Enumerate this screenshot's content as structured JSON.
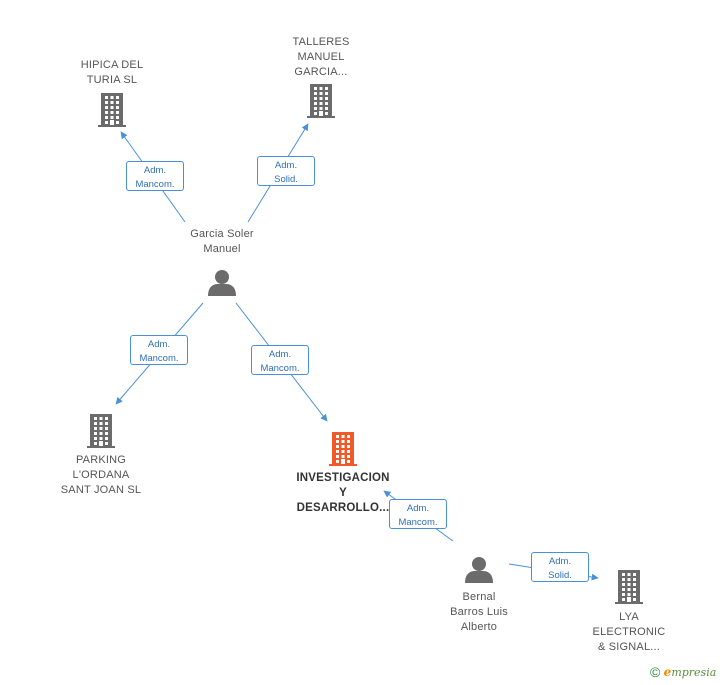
{
  "nodes": [
    {
      "id": "hipica",
      "type": "company",
      "lines": [
        "HIPICA DEL",
        "TURIA SL"
      ],
      "main": false
    },
    {
      "id": "talleres",
      "type": "company",
      "lines": [
        "TALLERES",
        "MANUEL",
        "GARCIA..."
      ],
      "main": false
    },
    {
      "id": "garcia",
      "type": "person",
      "lines": [
        "Garcia Soler",
        "Manuel"
      ],
      "main": false
    },
    {
      "id": "parking",
      "type": "company",
      "lines": [
        "PARKING",
        "L'ORDANA",
        "SANT JOAN SL"
      ],
      "main": false
    },
    {
      "id": "investigacion",
      "type": "company",
      "lines": [
        "INVESTIGACION",
        "Y",
        "DESARROLLO..."
      ],
      "main": true
    },
    {
      "id": "bernal",
      "type": "person",
      "lines": [
        "Bernal",
        "Barros Luis",
        "Alberto"
      ],
      "main": false
    },
    {
      "id": "lya",
      "type": "company",
      "lines": [
        "LYA",
        "ELECTRONIC",
        "& SIGNAL..."
      ],
      "main": false
    }
  ],
  "edges": [
    {
      "from": "garcia",
      "to": "hipica",
      "lines": [
        "Adm.",
        "Mancom."
      ]
    },
    {
      "from": "garcia",
      "to": "talleres",
      "lines": [
        "Adm.",
        "Solid."
      ]
    },
    {
      "from": "garcia",
      "to": "parking",
      "lines": [
        "Adm.",
        "Mancom."
      ]
    },
    {
      "from": "garcia",
      "to": "investigacion",
      "lines": [
        "Adm.",
        "Mancom."
      ]
    },
    {
      "from": "bernal",
      "to": "investigacion",
      "lines": [
        "Adm.",
        "Mancom."
      ]
    },
    {
      "from": "bernal",
      "to": "lya",
      "lines": [
        "Adm.",
        "Solid."
      ]
    }
  ],
  "colors": {
    "company_icon": "#6b6b6b",
    "main_company_icon": "#f05a28",
    "person_icon": "#6b6b6b",
    "edge": "#4a90d9",
    "edge_label_text": "#2d6fb8"
  },
  "footer": {
    "copyright": "©",
    "brand_first": "e",
    "brand_rest": "mpresia"
  }
}
